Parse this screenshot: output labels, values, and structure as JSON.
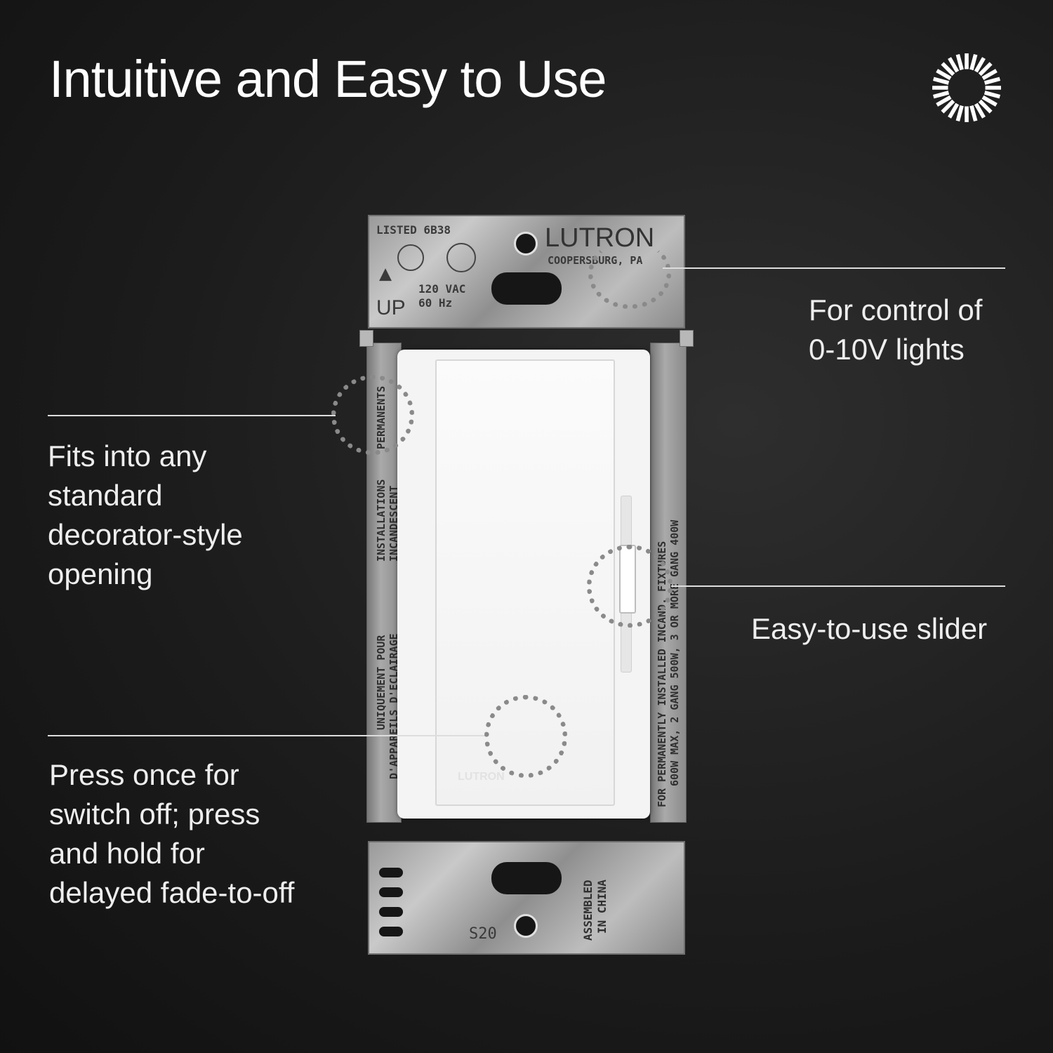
{
  "title": "Intuitive and Easy to Use",
  "callouts": {
    "voltage": [
      "For control of",
      "0-10V lights"
    ],
    "fits": [
      "Fits into any",
      "standard",
      "decorator-style",
      "opening"
    ],
    "slider": [
      "Easy-to-use slider"
    ],
    "press": [
      "Press once for",
      "switch off; press",
      "and hold for",
      "delayed fade-to-off"
    ]
  },
  "device": {
    "brand": "LUTRON",
    "city": "COOPERSBURG, PA",
    "listed": "LISTED  6B38",
    "rating": "120 VAC",
    "freq": "60 Hz",
    "up": "UP",
    "model": "S20",
    "assembled": [
      "ASSEMBLED",
      "IN CHINA"
    ],
    "side_left": [
      "PERMANENTS",
      "INSTALLATIONS",
      "INCANDESCENT",
      "UNIQUEMENT POUR",
      "D'APPAREILS D'ECLAIRAGE"
    ],
    "side_right": [
      "FOR PERMANENTLY INSTALLED INCAND. FIXTURES",
      "600W MAX, 2 GANG 500W, 3 OR MORE GANG 400W"
    ],
    "paddle_mark": "LUTRON"
  },
  "colors": {
    "background": "#1c1c1c",
    "text": "#eeeeee",
    "leader": "#dddddd"
  }
}
